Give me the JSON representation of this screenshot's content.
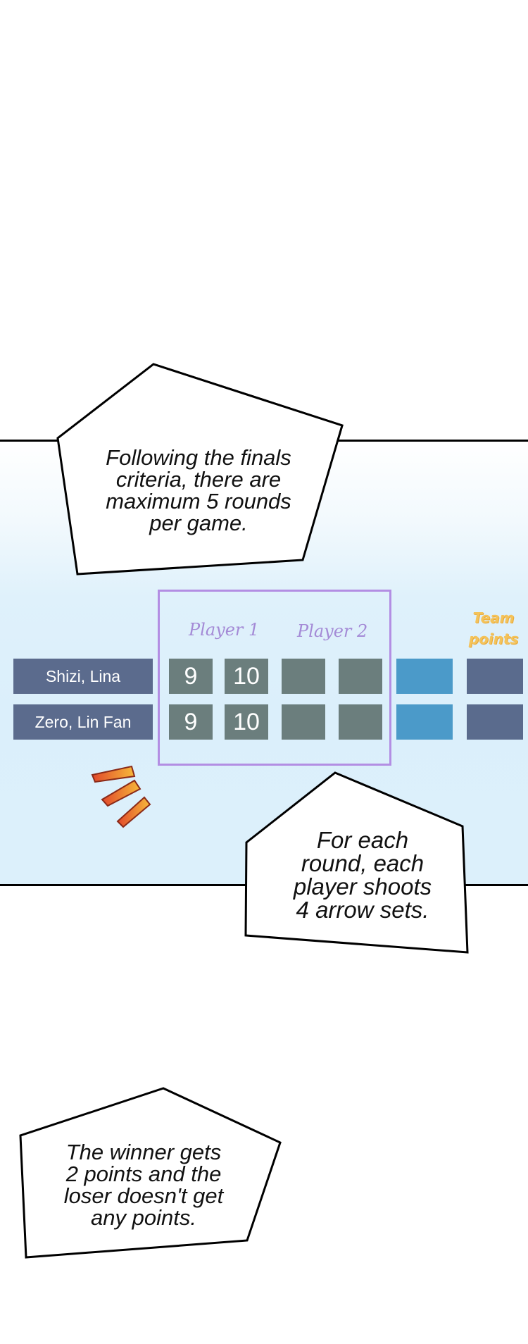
{
  "bubbles": {
    "top": "Following the finals\ncriteria, there are\nmaximum 5 rounds\nper game.",
    "middle": "For each\nround, each\nplayer shoots\n4 arrow sets.",
    "bottom": "The winner gets\n2 points and the\nloser doesn't get\nany points."
  },
  "scoreboard": {
    "player1_label": "Player 1",
    "player2_label": "Player 2",
    "team_label_line1": "Team",
    "team_label_line2": "points",
    "rows": [
      {
        "name": "Shizi, Lina",
        "p1": "9",
        "p2": "10"
      },
      {
        "name": "Zero, Lin Fan",
        "p1": "9",
        "p2": "10"
      }
    ]
  },
  "colors": {
    "name_bar": "#5b6b8d",
    "score_cell": "#6b7e7d",
    "team_cell_blue": "#4b9ac9",
    "frame": "#b38ee3",
    "label_purple": "#a48ad6",
    "team_label": "#f4c35a"
  },
  "icons": {
    "emphasis": "speed-lines-icon"
  }
}
